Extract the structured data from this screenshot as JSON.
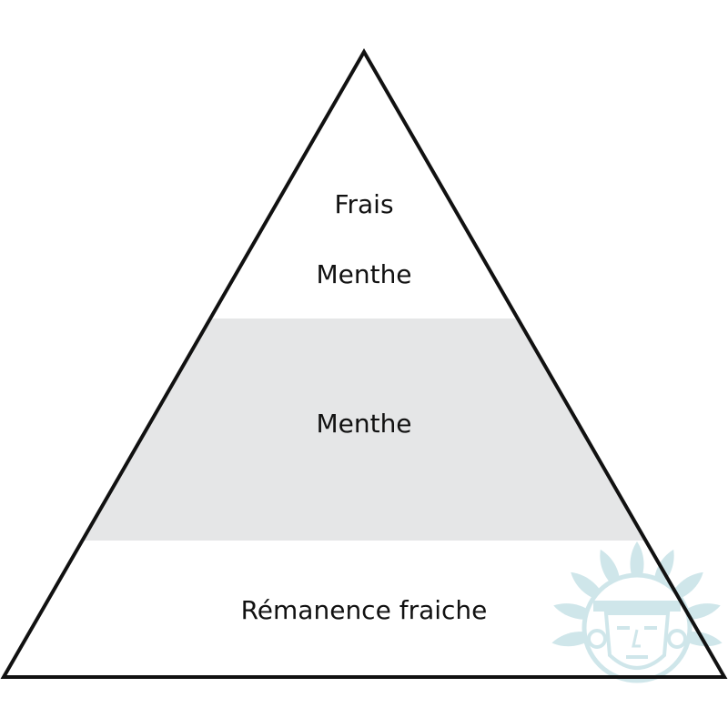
{
  "pyramid": {
    "top": {
      "lines": [
        "Frais",
        "Menthe"
      ],
      "fill": "#ffffff"
    },
    "middle": {
      "lines": [
        "Menthe"
      ],
      "fill": "#e5e6e7"
    },
    "bottom": {
      "lines": [
        "Rémanence fraiche"
      ],
      "fill": "#ffffff"
    },
    "outline_color": "#111111"
  },
  "watermark": {
    "icon": "chief-headdress-logo-icon",
    "color": "#cfe6ea"
  }
}
